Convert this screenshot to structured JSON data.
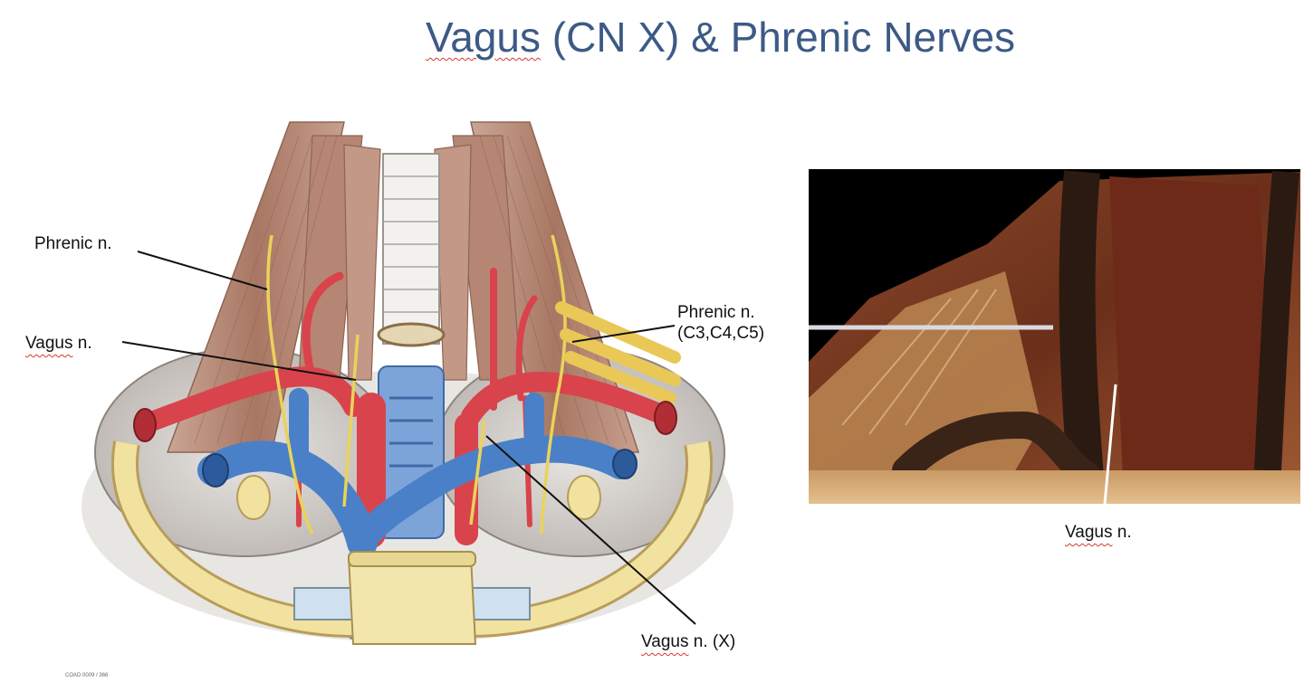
{
  "slide": {
    "title_part1": "Vagus",
    "title_part2": " (CN X) & Phrenic Nerves"
  },
  "illustration": {
    "label_phrenic_left": "Phrenic n.",
    "label_vagus_left_word": "Vagus",
    "label_vagus_left_rest": " n.",
    "label_phrenic_right_line1": "Phrenic n.",
    "label_phrenic_right_line2": "(C3,C4,C5)",
    "label_vagus_bottom_word": "Vagus",
    "label_vagus_bottom_rest": " n. (X)",
    "copyright": "COAD 0009 / 366"
  },
  "photo": {
    "label_vagus_word": "Vagus",
    "label_vagus_rest": " n."
  },
  "colors": {
    "title": "#3d5a86",
    "artery": "#d9434b",
    "vein": "#4a80c8",
    "nerve": "#e9d35a",
    "muscle": "#b98a78",
    "clavicle": "#f1e2a0"
  }
}
